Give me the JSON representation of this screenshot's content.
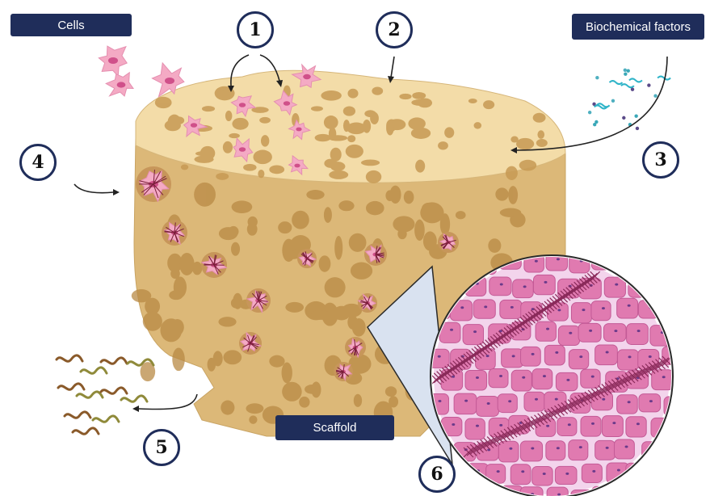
{
  "labels": {
    "cells": "Cells",
    "biochemical_factors": "Biochemical factors",
    "scaffold": "Scaffold"
  },
  "markers": [
    "1",
    "2",
    "3",
    "4",
    "5",
    "6"
  ],
  "colors": {
    "label_box": "#1f2d5a",
    "scaffold_top": "#f3dca8",
    "scaffold_side": "#dcb878",
    "pore": "#c79a54",
    "cell_pink": "#f4aac4",
    "matrix_dark": "#7a1f3a",
    "tissue_bg": "#f3d4ec",
    "tissue_cell": "#e07ab0",
    "bacteria_brown": "#8a5a2a",
    "bacteria_olive": "#8f8a3a"
  },
  "icons": [
    "cell-icon",
    "pore-icon",
    "bacteria-icon",
    "tissue-magnified-icon",
    "biochemical-particle-icon"
  ]
}
